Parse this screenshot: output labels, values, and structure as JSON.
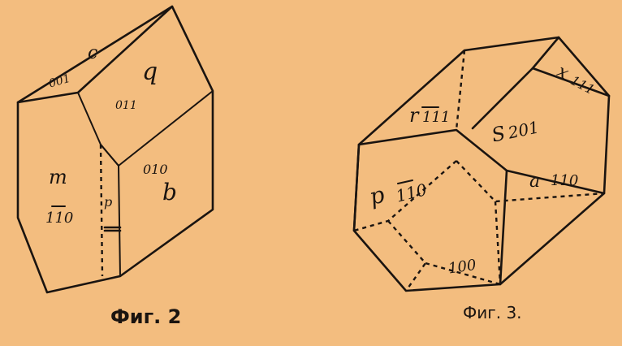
{
  "figures": [
    {
      "caption": "Фиг. 2",
      "faces": {
        "c": "c",
        "c_index": "001",
        "q": "q",
        "q_index": "011",
        "b": "b",
        "b_index": "010",
        "m": "m",
        "m_index": "110",
        "p": "p"
      }
    },
    {
      "caption": "Фиг. 3.",
      "faces": {
        "r": "r",
        "r_index": "111",
        "x": "x",
        "x_index": "111",
        "s": "S",
        "s_index": "201",
        "p": "p",
        "p_index": "110",
        "a": "a",
        "a_index": "110",
        "bottom_index": "100"
      }
    }
  ]
}
